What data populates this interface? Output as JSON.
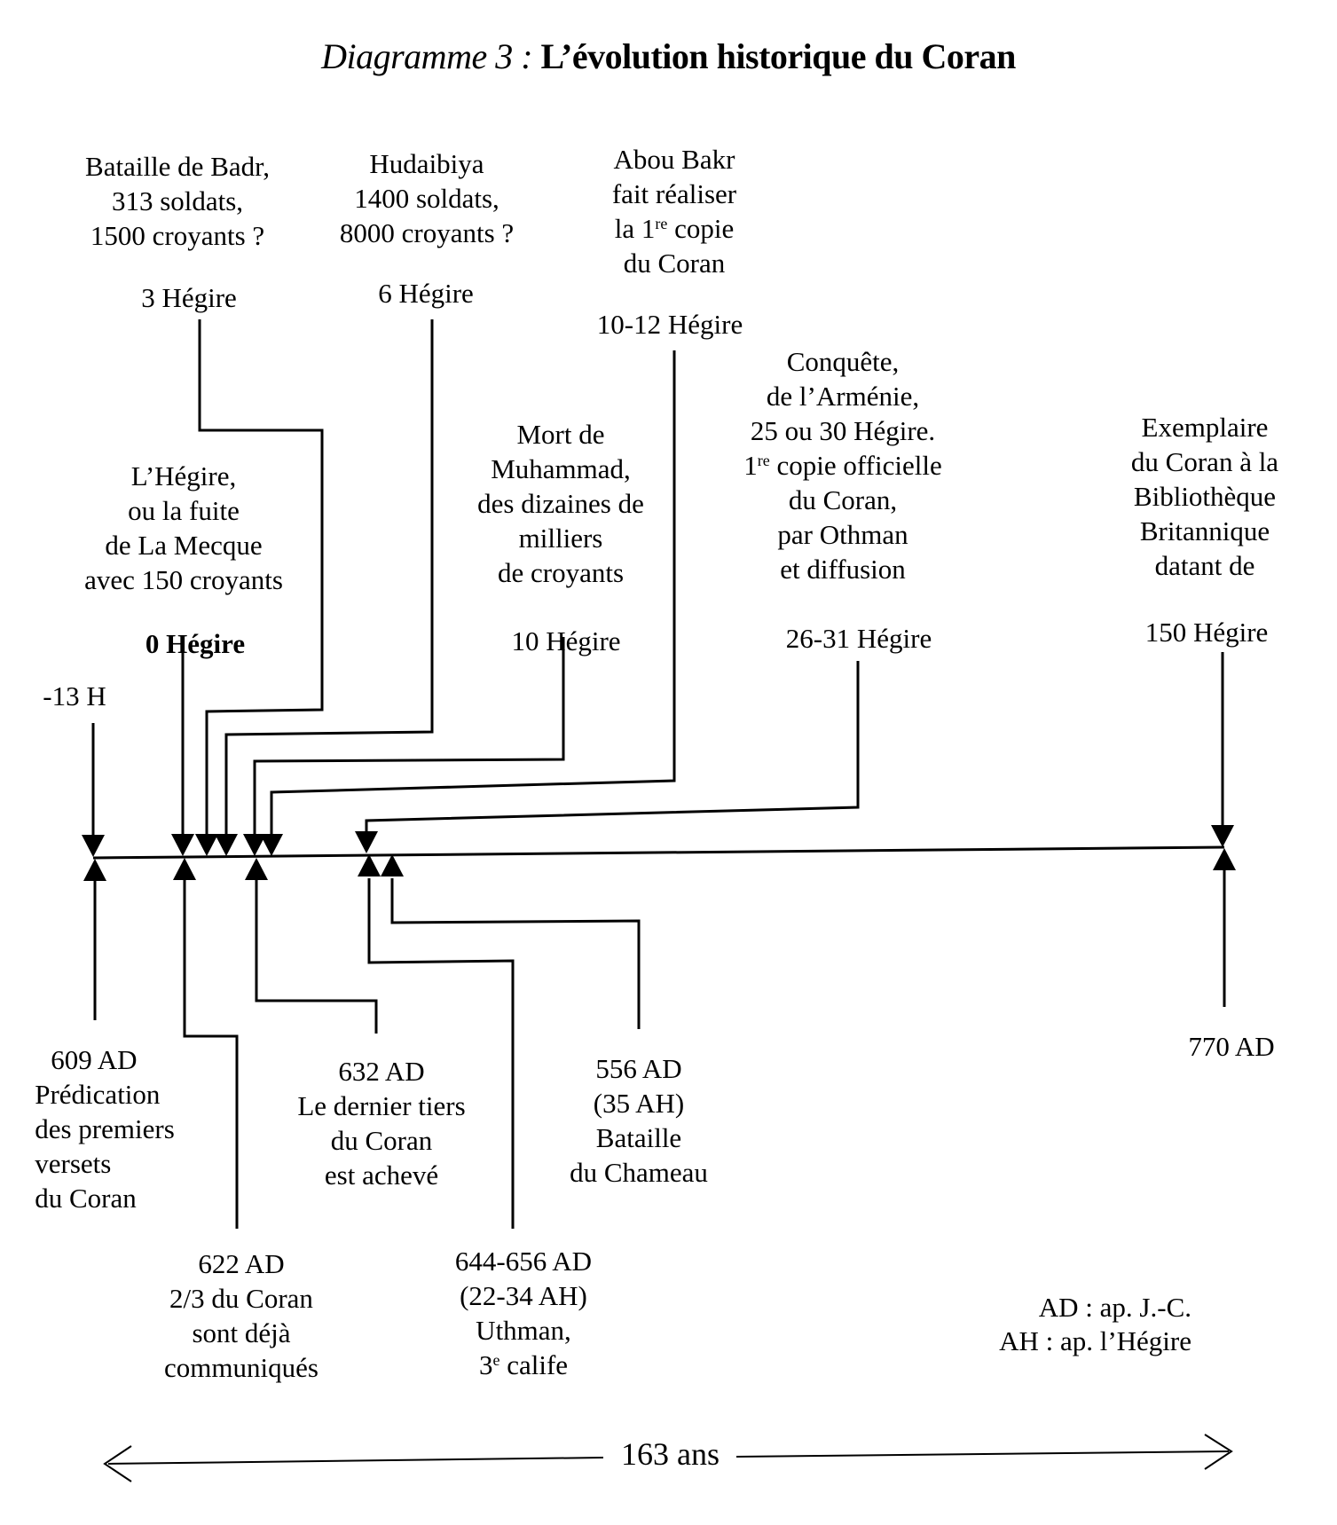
{
  "title": {
    "prefix": "Diagramme 3 :",
    "main": "L’évolution historique du Coran"
  },
  "top_events": [
    {
      "id": "badr",
      "lines": [
        "Bataille de Badr,",
        "313 soldats,",
        "1500 croyants ?"
      ],
      "date": "3 Hégire",
      "bold_date": false
    },
    {
      "id": "hudaibiya",
      "lines": [
        "Hudaibiya",
        "1400 soldats,",
        "8000 croyants ?"
      ],
      "date": "6 Hégire",
      "bold_date": false
    },
    {
      "id": "abou-bakr",
      "lines": [
        "Abou Bakr",
        "fait réaliser",
        "la 1re copie",
        "du Coran"
      ],
      "date": "10-12 Hégire",
      "bold_date": false
    },
    {
      "id": "hegire",
      "lines": [
        "L’Hégire,",
        "ou la fuite",
        "de La Mecque",
        "avec 150 croyants"
      ],
      "date": "0 Hégire",
      "bold_date": true
    },
    {
      "id": "mort-muhammad",
      "lines": [
        "Mort de",
        "Muhammad,",
        "des dizaines de",
        "milliers",
        "de croyants"
      ],
      "date": "10 Hégire",
      "bold_date": false
    },
    {
      "id": "othman",
      "lines": [
        "Conquête,",
        "de l’Arménie,",
        "25 ou 30 Hégire.",
        "1re copie officielle",
        "du Coran,",
        "par Othman",
        "et diffusion"
      ],
      "date": "26-31 Hégire",
      "bold_date": false
    },
    {
      "id": "exemplaire",
      "lines": [
        "Exemplaire",
        "du Coran à la",
        "Bibliothèque",
        "Britannique",
        "datant de"
      ],
      "date": "150 Hégire",
      "bold_date": false
    },
    {
      "id": "start",
      "lines": [],
      "date": "-13 H",
      "bold_date": false
    }
  ],
  "bottom_events": [
    {
      "id": "609",
      "lines": [
        "609 AD",
        "Prédication",
        "des premiers",
        "versets",
        "du Coran"
      ]
    },
    {
      "id": "632",
      "lines": [
        "632 AD",
        "Le dernier tiers",
        "du Coran",
        "est achevé"
      ]
    },
    {
      "id": "556",
      "lines": [
        "556 AD",
        "(35 AH)",
        "Bataille",
        "du Chameau"
      ]
    },
    {
      "id": "770",
      "lines": [
        "770 AD"
      ]
    },
    {
      "id": "622",
      "lines": [
        "622 AD",
        "2/3 du Coran",
        "sont déjà",
        "communiqués"
      ]
    },
    {
      "id": "644",
      "lines": [
        "644-656 AD",
        "(22-34 AH)",
        "Uthman,",
        "3e calife"
      ]
    }
  ],
  "legend": [
    "AD : ap. J.-C.",
    "AH : ap. l’Hégire"
  ],
  "span": {
    "label": "163 ans"
  },
  "colors": {
    "ink": "#000000",
    "paper": "#ffffff"
  }
}
